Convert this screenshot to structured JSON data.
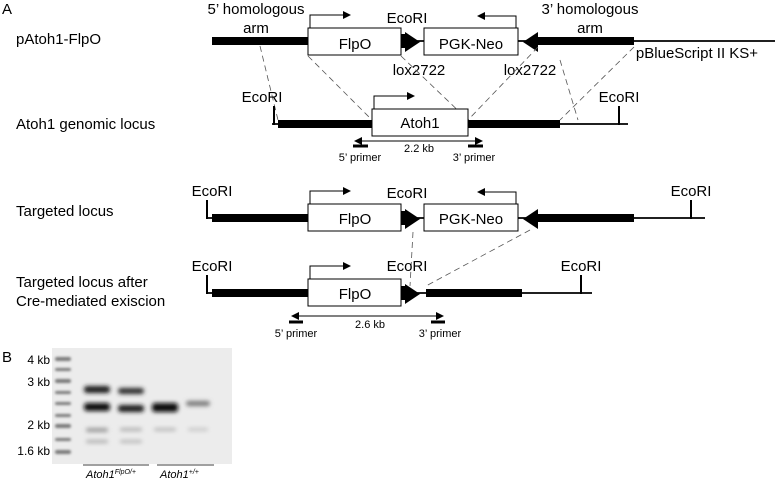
{
  "panel_a": {
    "label": "A",
    "rows": [
      {
        "name": "pAtoh1-FlpO"
      },
      {
        "name": "Atoh1 genomic locus"
      },
      {
        "name": "Targeted locus"
      },
      {
        "name": "Targeted locus after"
      },
      {
        "name": "Cre-mediated exiscion"
      }
    ],
    "construct": {
      "five_arm_line1": "5’ homologous",
      "five_arm_line2": "arm",
      "three_arm_line1": "3’ homologous",
      "three_arm_line2": "arm",
      "flpo": "FlpO",
      "pgk_neo": "PGK-Neo",
      "ecori": "EcoRI",
      "lox1": "lox2722",
      "lox2": "lox2722",
      "vector": "pBlueScript II KS+"
    },
    "genomic": {
      "ecori_left": "EcoRI",
      "ecori_right": "EcoRI",
      "gene": "Atoh1",
      "primer5": "5’ primer",
      "primer3": "3’ primer",
      "size": "2.2 kb"
    },
    "targeted": {
      "ecori_left": "EcoRI",
      "ecori_mid": "EcoRI",
      "ecori_right": "EcoRI",
      "flpo": "FlpO",
      "pgk_neo": "PGK-Neo"
    },
    "excised": {
      "ecori_left": "EcoRI",
      "ecori_mid": "EcoRI",
      "ecori_right": "EcoRI",
      "flpo": "FlpO",
      "primer5": "5’ primer",
      "primer3": "3’ primer",
      "size": "2.6 kb"
    }
  },
  "panel_b": {
    "label": "B",
    "ladder": [
      "4 kb",
      "3 kb",
      "2 kb",
      "1.6 kb"
    ],
    "genotype1_base": "Atoh1",
    "genotype1_sup": "FlpO/+",
    "genotype2_base": "Atoh1",
    "genotype2_sup": "+/+"
  }
}
